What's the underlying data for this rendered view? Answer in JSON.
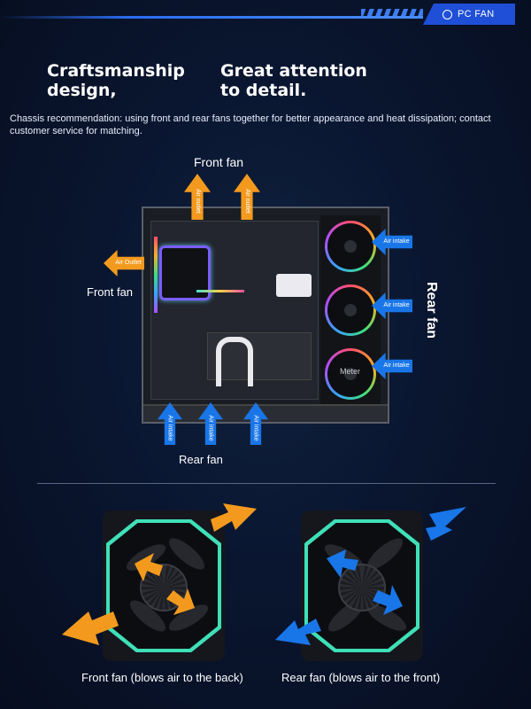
{
  "header": {
    "tag_label": "PC FAN",
    "accent": "#1f4fd6"
  },
  "headline": {
    "left": "Craftsmanship design,",
    "right": "Great attention to detail."
  },
  "description": "Chassis recommendation: using front and rear fans together for better appearance and heat dissipation; contact customer service for matching.",
  "diagram": {
    "top_label": "Front fan",
    "left_label": "Front fan",
    "right_label": "Rear fan",
    "bottom_label": "Rear fan",
    "top_arrows": [
      "Air outlet",
      "Air outlet"
    ],
    "left_arrow": "Air Outlet",
    "right_arrows": [
      "Air intake",
      "Air intake",
      "Air intake"
    ],
    "bottom_arrows": [
      "Air intake",
      "Air intake",
      "Air intake"
    ],
    "fan_brand": "Meter",
    "colors": {
      "outlet": "#f39a1e",
      "intake": "#1976e8"
    }
  },
  "fans": {
    "front_caption": "Front fan (blows air to the back)",
    "rear_caption": "Rear fan (blows air to the front)"
  }
}
